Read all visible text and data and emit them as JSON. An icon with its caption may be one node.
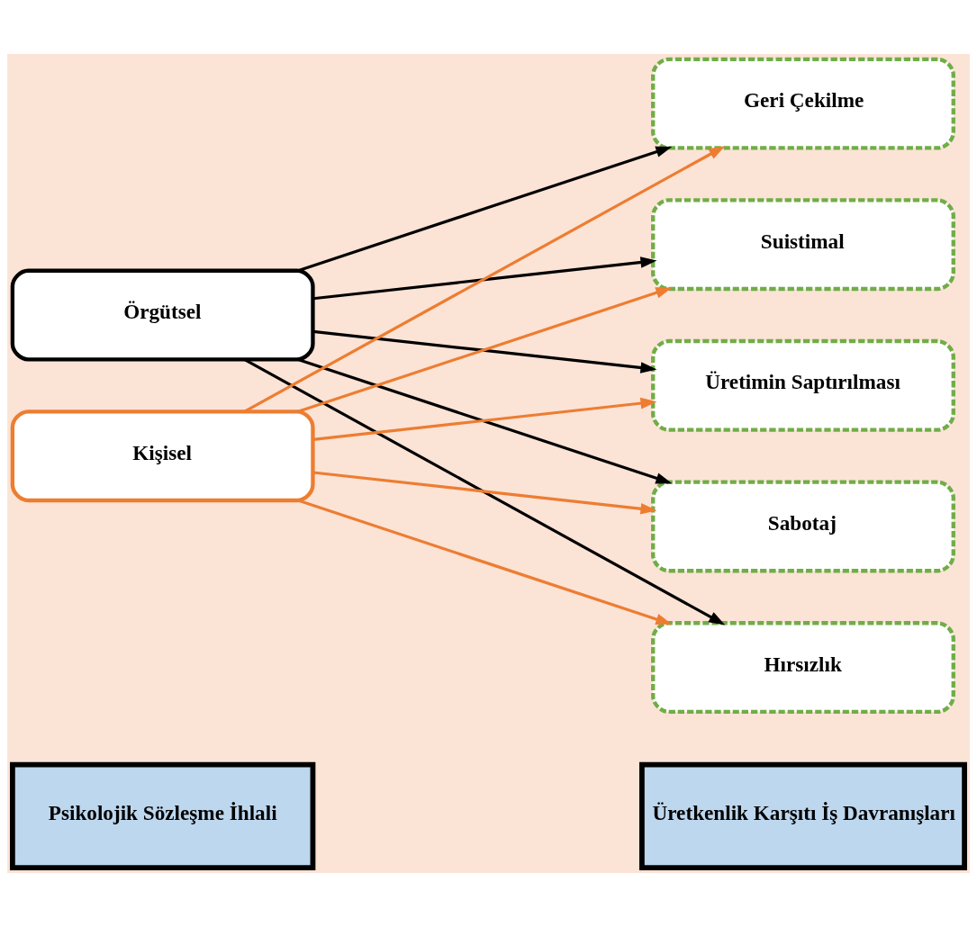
{
  "diagram": {
    "nodes": [
      {
        "text": [
          "Psikolojik Sözleşme İhlali"
        ]
      },
      {
        "text": [
          "Üretkenlik Karşıtı İş Davranışları"
        ]
      },
      {
        "text": [
          "Örgütsel"
        ]
      },
      {
        "text": [
          "Kişisel"
        ]
      },
      {
        "text": [
          "Suistimal"
        ]
      },
      {
        "text": [
          "Üretimin Saptırılması"
        ]
      },
      {
        "text": [
          "Sabotaj"
        ]
      },
      {
        "text": [
          "Hırsızlık"
        ]
      },
      {
        "text": [
          "Geri Çekilme"
        ]
      }
    ],
    "edges": [
      {
        "from": 2,
        "to": 4,
        "arrow": "to"
      },
      {
        "from": 2,
        "to": 5,
        "arrow": "to"
      },
      {
        "from": 2,
        "to": 6,
        "arrow": "to"
      },
      {
        "from": 2,
        "to": 7,
        "arrow": "to"
      },
      {
        "from": 2,
        "to": 8,
        "arrow": "to"
      },
      {
        "from": 3,
        "to": 4,
        "arrow": "to",
        "color": "#ed7d31"
      },
      {
        "from": 3,
        "to": 5,
        "arrow": "to",
        "color": "#ed7d31"
      },
      {
        "from": 3,
        "to": 6,
        "arrow": "to",
        "color": "#ed7d31"
      },
      {
        "from": 3,
        "to": 7,
        "arrow": "to",
        "color": "#ed7d31"
      },
      {
        "from": 3,
        "to": 8,
        "arrow": "to",
        "color": "#ed7d31"
      }
    ]
  }
}
